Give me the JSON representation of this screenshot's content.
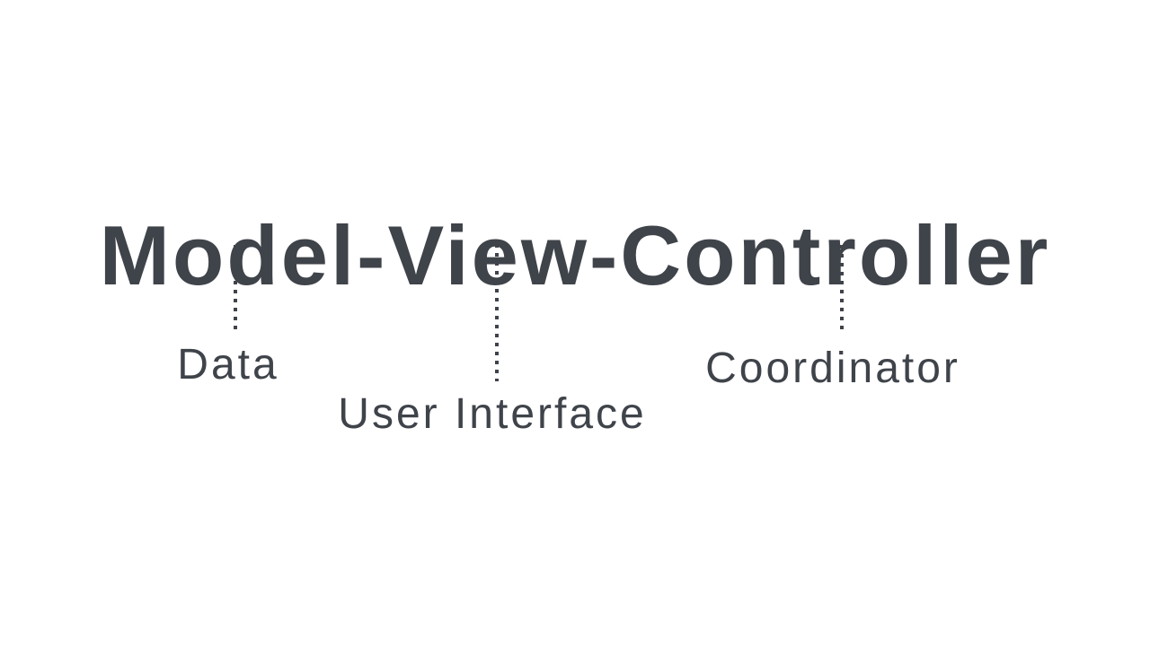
{
  "canvas": {
    "background_color": "#ffffff",
    "ink_color": "#3f434a"
  },
  "diagram": {
    "title": "Model-View-Controller",
    "mappings": [
      {
        "term": "Model",
        "label": "Data"
      },
      {
        "term": "View",
        "label": "User Interface"
      },
      {
        "term": "Controller",
        "label": "Coordinator"
      }
    ]
  }
}
